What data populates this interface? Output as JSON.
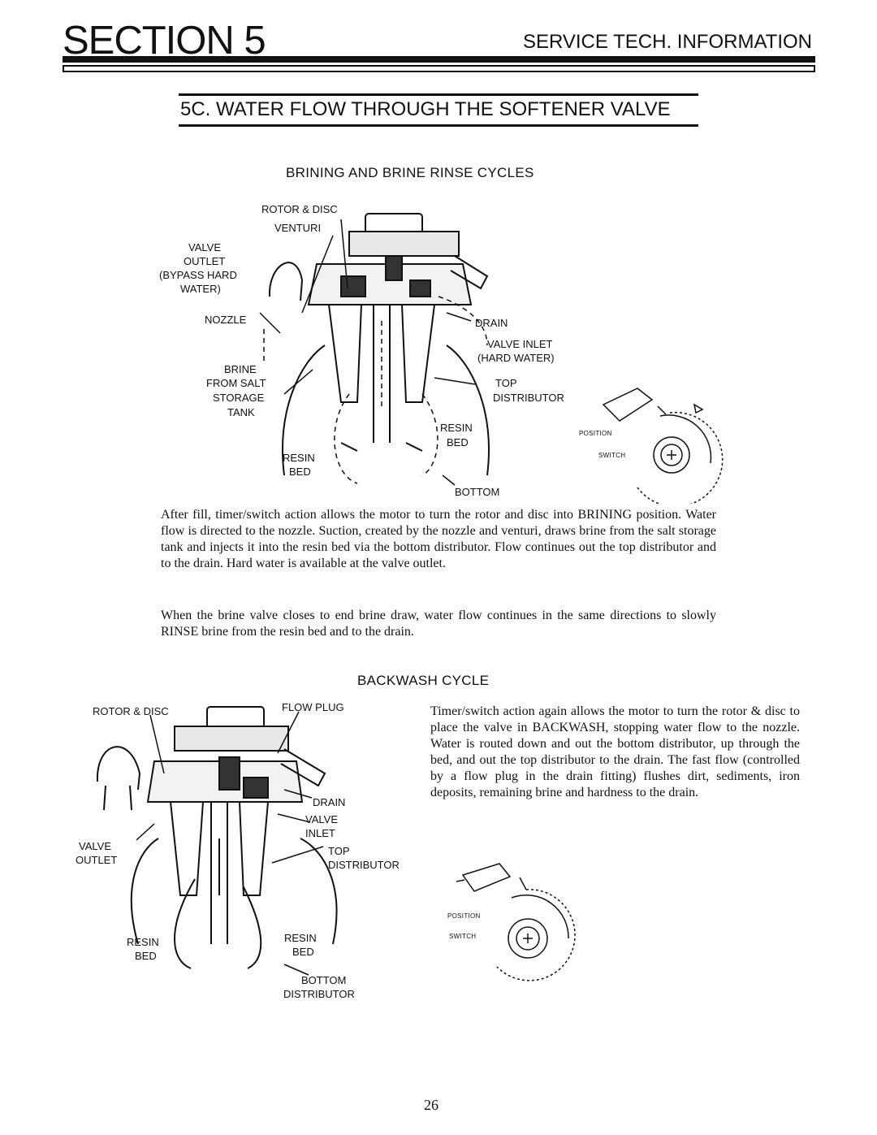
{
  "header": {
    "section": "SECTION 5",
    "subtitle": "SERVICE TECH. INFORMATION"
  },
  "title": "5C.  WATER FLOW THROUGH THE SOFTENER VALVE",
  "brining": {
    "heading": "BRINING AND BRINE RINSE CYCLES",
    "labels": {
      "rotor_disc": "ROTOR & DISC",
      "venturi": "VENTURI",
      "valve_outlet": [
        "VALVE",
        "OUTLET",
        "(BYPASS HARD",
        "WATER)"
      ],
      "nozzle": "NOZZLE",
      "brine": [
        "BRINE",
        "FROM SALT",
        "STORAGE",
        "TANK"
      ],
      "drain": "DRAIN",
      "valve_inlet": [
        "VALVE INLET",
        "(HARD WATER)"
      ],
      "top_distributor": [
        "TOP",
        "DISTRIBUTOR"
      ],
      "resin_bed_right": [
        "RESIN",
        "BED"
      ],
      "resin_bed_left": [
        "RESIN",
        "BED"
      ],
      "bottom": "BOTTOM",
      "position": "POSITION",
      "switch": "SWITCH"
    },
    "paragraph1": "After fill, timer/switch action allows the motor to turn the rotor and disc into BRINING position. Water flow is directed to the nozzle. Suction, created by the nozzle and venturi, draws brine from the salt storage tank and injects it into the resin bed via the bottom distributor. Flow continues out the top distributor and to the drain. Hard water is available at the valve outlet.",
    "paragraph2": "When the brine valve closes to end brine draw, water flow continues in the same directions to slowly RINSE brine from the resin bed and to the drain."
  },
  "backwash": {
    "heading": "BACKWASH CYCLE",
    "labels": {
      "rotor_disc": "ROTOR & DISC",
      "flow_plug": "FLOW PLUG",
      "drain": "DRAIN",
      "valve_inlet": [
        "VALVE",
        "INLET"
      ],
      "valve_outlet": [
        "VALVE",
        "OUTLET"
      ],
      "top_distributor": [
        "TOP",
        "DISTRIBUTOR"
      ],
      "resin_bed_left": [
        "RESIN",
        "BED"
      ],
      "resin_bed_right": [
        "RESIN",
        "BED"
      ],
      "bottom_distributor": [
        "BOTTOM",
        "DISTRIBUTOR"
      ],
      "position": "POSITION",
      "switch": "SWITCH"
    },
    "paragraph": "Timer/switch action again allows the motor to turn the rotor & disc to place the valve in BACKWASH, stopping water flow to the nozzle. Water is routed down and out the bottom distributor, up through the bed, and out the top distributor to the drain. The fast flow (controlled by a flow plug in the drain fitting) flushes dirt, sediments, iron deposits, remaining brine and hardness to the drain."
  },
  "page_number": "26"
}
